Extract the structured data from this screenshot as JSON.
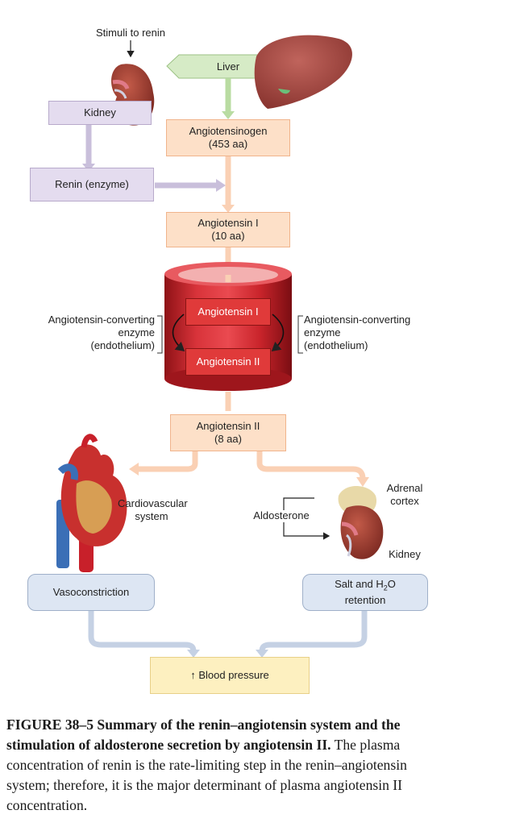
{
  "labels": {
    "stimuli": "Stimuli to renin",
    "liver": "Liver",
    "kidney_top": "Kidney",
    "renin": "Renin (enzyme)",
    "angiotensinogen": "Angiotensinogen",
    "angiotensinogen_sub": "(453 aa)",
    "ang1": "Angiotensin I",
    "ang1_sub": "(10 aa)",
    "vessel_ang1": "Angiotensin I",
    "vessel_ang2": "Angiotensin II",
    "ace_line1": "Angiotensin-converting",
    "ace_line2": "enzyme",
    "ace_line3": "(endothelium)",
    "ang2": "Angiotensin II",
    "ang2_sub": "(8 aa)",
    "cardio_line1": "Cardiovascular",
    "cardio_line2": "system",
    "adrenal_line1": "Adrenal",
    "adrenal_line2": "cortex",
    "aldosterone": "Aldosterone",
    "kidney_bottom": "Kidney",
    "vasoconstriction": "Vasoconstriction",
    "salt_prefix": "Salt and H",
    "salt_sub": "2",
    "salt_suffix": "O",
    "retention": "retention",
    "bp": "↑ Blood pressure"
  },
  "caption": {
    "bold": "FIGURE 38–5 Summary of the renin–angiotensin system and the stimulation of aldosterone secretion by angiotensin II.",
    "text": " The plasma concentration of renin is the rate-limiting step in the renin–angiotensin system; therefore, it is the major determinant of plasma angiotensin II concentration."
  },
  "colors": {
    "peach": "#fde0c8",
    "lavender": "#e4dcef",
    "blue": "#dde6f3",
    "yellow": "#fdf0c0",
    "vessel_red": "#c8202a",
    "liver": "#a24a45",
    "kidney": "#9a3a2e"
  },
  "icons": [
    "kidney-illustration",
    "liver-illustration",
    "blood-vessel-illustration",
    "heart-illustration",
    "adrenal-kidney-illustration"
  ]
}
